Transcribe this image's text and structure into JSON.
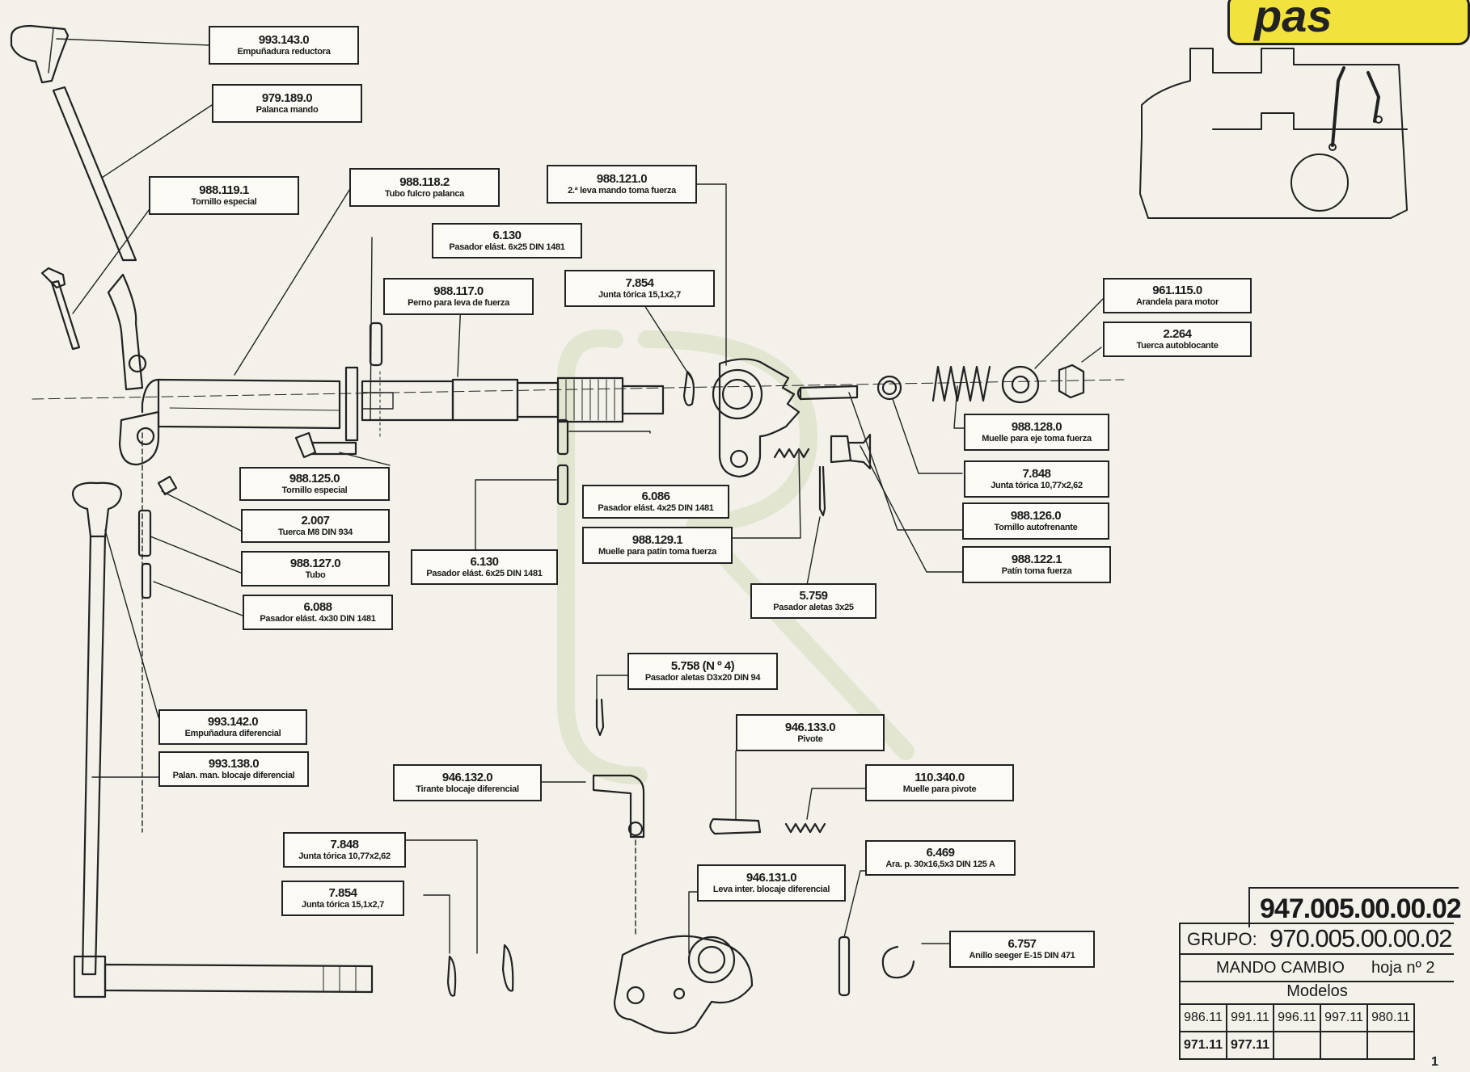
{
  "brand_text": "pas",
  "labels": [
    {
      "id": "l1",
      "code": "993.143.0",
      "desc": "Empuñadura reductora"
    },
    {
      "id": "l2",
      "code": "979.189.0",
      "desc": "Palanca mando"
    },
    {
      "id": "l3",
      "code": "988.119.1",
      "desc": "Tornillo especial"
    },
    {
      "id": "l4",
      "code": "988.118.2",
      "desc": "Tubo fulcro palanca"
    },
    {
      "id": "l5",
      "code": "988.121.0",
      "desc": "2.ª leva mando toma fuerza"
    },
    {
      "id": "l6",
      "code": "6.130",
      "desc": "Pasador elást. 6x25 DIN 1481"
    },
    {
      "id": "l7",
      "code": "988.117.0",
      "desc": "Perno para leva de fuerza"
    },
    {
      "id": "l8",
      "code": "7.854",
      "desc": "Junta tórica 15,1x2,7"
    },
    {
      "id": "l9",
      "code": "961.115.0",
      "desc": "Arandela para motor"
    },
    {
      "id": "l10",
      "code": "2.264",
      "desc": "Tuerca autoblocante"
    },
    {
      "id": "l11",
      "code": "988.128.0",
      "desc": "Muelle para eje toma fuerza"
    },
    {
      "id": "l12",
      "code": "7.848",
      "desc": "Junta tórica 10,77x2,62"
    },
    {
      "id": "l13",
      "code": "988.126.0",
      "desc": "Tornillo autofrenante"
    },
    {
      "id": "l14",
      "code": "988.122.1",
      "desc": "Patín toma fuerza"
    },
    {
      "id": "l15",
      "code": "988.125.0",
      "desc": "Tornillo especial"
    },
    {
      "id": "l16",
      "code": "2.007",
      "desc": "Tuerca M8 DIN 934"
    },
    {
      "id": "l17",
      "code": "988.127.0",
      "desc": "Tubo"
    },
    {
      "id": "l18",
      "code": "6.088",
      "desc": "Pasador elást. 4x30 DIN 1481"
    },
    {
      "id": "l19",
      "code": "6.086",
      "desc": "Pasador elást. 4x25 DIN 1481"
    },
    {
      "id": "l20",
      "code": "988.129.1",
      "desc": "Muelle para patín toma fuerza"
    },
    {
      "id": "l21",
      "code": "6.130",
      "desc": "Pasador elást. 6x25 DIN 1481"
    },
    {
      "id": "l22",
      "code": "5.759",
      "desc": "Pasador aletas 3x25"
    },
    {
      "id": "l23",
      "code": "5.758  (N º 4)",
      "desc": "Pasador aletas D3x20 DIN 94"
    },
    {
      "id": "l24",
      "code": "993.142.0",
      "desc": "Empuñadura diferencial"
    },
    {
      "id": "l25",
      "code": "993.138.0",
      "desc": "Palan. man. blocaje diferencial"
    },
    {
      "id": "l26",
      "code": "946.133.0",
      "desc": "Pivote"
    },
    {
      "id": "l27",
      "code": "110.340.0",
      "desc": "Muelle para pivote"
    },
    {
      "id": "l28",
      "code": "946.132.0",
      "desc": "Tirante blocaje diferencial"
    },
    {
      "id": "l29",
      "code": "7.848",
      "desc": "Junta tórica 10,77x2,62"
    },
    {
      "id": "l30",
      "code": "6.469",
      "desc": "Ara. p. 30x16,5x3 DIN 125 A"
    },
    {
      "id": "l31",
      "code": "946.131.0",
      "desc": "Leva inter. blocaje diferencial"
    },
    {
      "id": "l32",
      "code": "7.854",
      "desc": "Junta tórica 15,1x2,7"
    },
    {
      "id": "l33",
      "code": "6.757",
      "desc": "Anillo seeger E-15 DIN 471"
    }
  ],
  "title_block": {
    "number_main": "947.005.00.00.02",
    "grupo_label": "GRUPO:",
    "grupo_number": "970.005.00.00.02",
    "group_name": "MANDO CAMBIO",
    "sheet": "hoja nº 2",
    "models_label": "Modelos",
    "models_row1": [
      "986.11",
      "991.11",
      "996.11",
      "997.11",
      "980.11"
    ],
    "models_row2": [
      "971.11",
      "977.11",
      "",
      "",
      ""
    ]
  },
  "page_number": "1"
}
